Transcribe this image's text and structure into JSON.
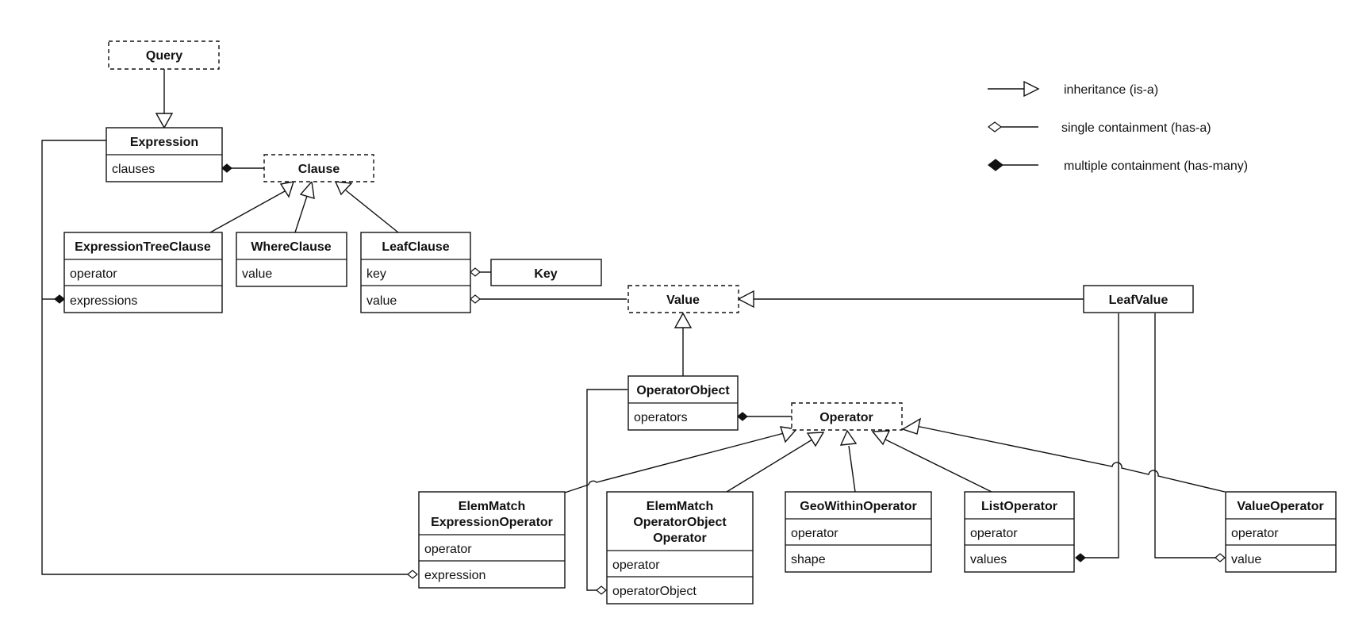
{
  "legend": {
    "inheritance": "inheritance (is-a)",
    "single": "single containment (has-a)",
    "multiple": "multiple containment (has-many)"
  },
  "classes": {
    "query": {
      "title": "Query"
    },
    "expression": {
      "title": "Expression",
      "attrs": [
        "clauses"
      ]
    },
    "clause": {
      "title": "Clause"
    },
    "expression_tree_clause": {
      "title": "ExpressionTreeClause",
      "attrs": [
        "operator",
        "expressions"
      ]
    },
    "where_clause": {
      "title": "WhereClause",
      "attrs": [
        "value"
      ]
    },
    "leaf_clause": {
      "title": "LeafClause",
      "attrs": [
        "key",
        "value"
      ]
    },
    "key": {
      "title": "Key"
    },
    "value": {
      "title": "Value"
    },
    "leaf_value": {
      "title": "LeafValue"
    },
    "operator_object": {
      "title": "OperatorObject",
      "attrs": [
        "operators"
      ]
    },
    "operator": {
      "title": "Operator"
    },
    "elem_match_expression_operator": {
      "title_lines": [
        "ElemMatch",
        "ExpressionOperator"
      ],
      "attrs": [
        "operator",
        "expression"
      ]
    },
    "elem_match_operator_object_operator": {
      "title_lines": [
        "ElemMatch",
        "OperatorObject",
        "Operator"
      ],
      "attrs": [
        "operator",
        "operatorObject"
      ]
    },
    "geo_within_operator": {
      "title": "GeoWithinOperator",
      "attrs": [
        "operator",
        "shape"
      ]
    },
    "list_operator": {
      "title": "ListOperator",
      "attrs": [
        "operator",
        "values"
      ]
    },
    "value_operator": {
      "title": "ValueOperator",
      "attrs": [
        "operator",
        "value"
      ]
    }
  }
}
